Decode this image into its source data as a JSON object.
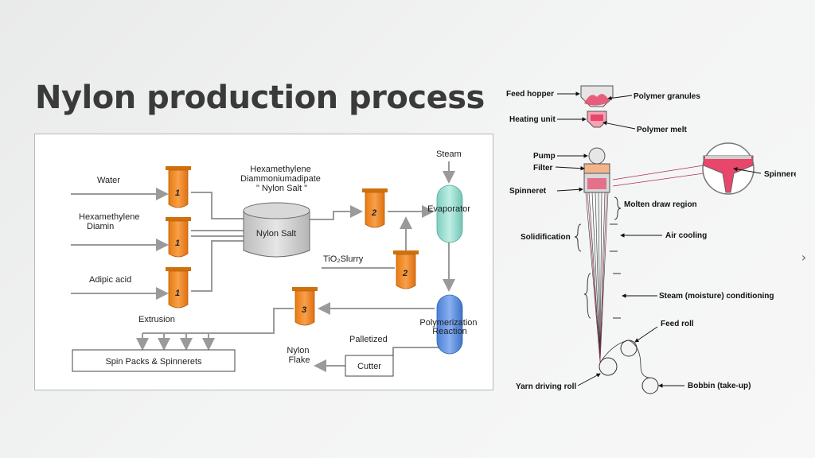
{
  "title": "Nylon production process",
  "left_diagram": {
    "inputs": [
      "Water",
      "Hexamethylene\nDiamin",
      "Adipic acid"
    ],
    "salt_caption": [
      "Hexamethylene",
      "Diammoniumadipate",
      "\" Nylon Salt \""
    ],
    "nylon_salt": "Nylon Salt",
    "steam": "Steam",
    "evaporator": "Evaporator",
    "tio2": "TiO₂Slurry",
    "polymerization": [
      "Polymerization",
      "Reaction"
    ],
    "extrusion": "Extrusion",
    "spin_packs": "Spin Packs & Spinnerets",
    "palletized": "Palletized",
    "cutter": "Cutter",
    "nylon_flake": [
      "Nylon",
      "Flake"
    ],
    "tank_1": "1",
    "tank_2": "2",
    "tank_3": "3",
    "tank_color": "#f28c1e",
    "evaporator_color": "#8fd8c9",
    "polymerization_color": "#5b8fe0"
  },
  "right_diagram": {
    "feed_hopper": "Feed hopper",
    "polymer_granules": "Polymer granules",
    "heating_unit": "Heating unit",
    "polymer_melt": "Polymer melt",
    "pump": "Pump",
    "filter": "Filter",
    "spinneret": "Spinneret",
    "spinneret_detail": "Spinneret",
    "molten_draw": "Molten draw region",
    "solidification": "Solidification",
    "air_cooling": "Air cooling",
    "steam_conditioning": "Steam (moisture) conditioning",
    "feed_roll": "Feed roll",
    "yarn_driving_roll": "Yarn driving roll",
    "bobbin": "Bobbin (take-up)",
    "melt_color": "#e8466a"
  },
  "nav": {
    "next_icon": "chevron-right-icon",
    "next_glyph": "›"
  }
}
